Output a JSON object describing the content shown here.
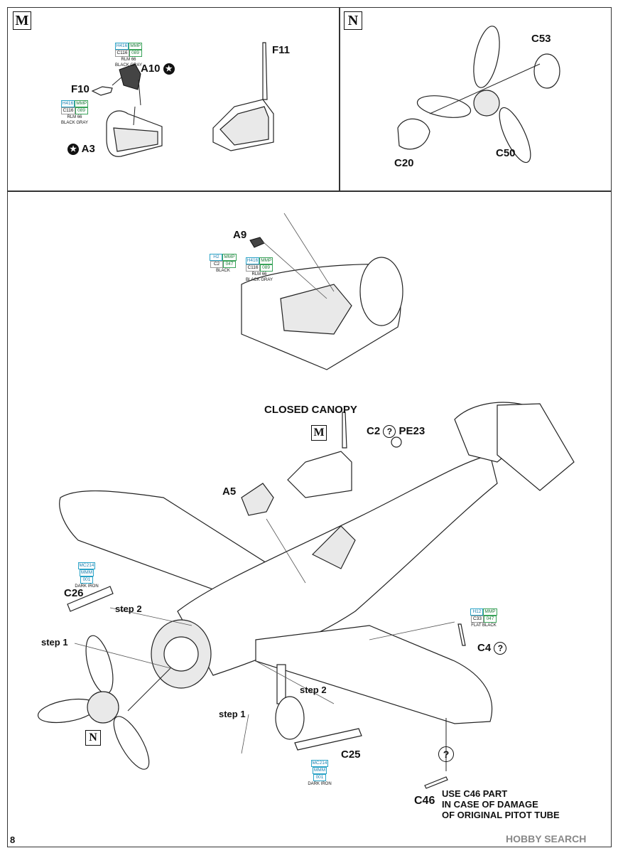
{
  "page_number": "8",
  "watermark": "HOBBY SEARCH",
  "panel_m": {
    "label": "M",
    "parts": {
      "f10": "F10",
      "a10": "A10",
      "a3": "A3",
      "f11": "F11"
    },
    "paint_a10": {
      "h": "H416",
      "mmp": "MMP",
      "c": "C116",
      "mmp_no": "089",
      "rlm": "RLM 66",
      "name": "BLACK GRAY"
    },
    "paint_a3": {
      "h": "H416",
      "mmp": "MMP",
      "c": "C116",
      "mmp_no": "089",
      "rlm": "RLM 66",
      "name": "BLACK GRAY"
    }
  },
  "panel_n": {
    "label": "N",
    "parts": {
      "c53": "C53",
      "c20": "C20",
      "c50": "C50"
    }
  },
  "cockpit": {
    "part": "A9",
    "paint_black": {
      "h": "H2",
      "mmp": "MMP",
      "c": "C2",
      "mmp_no": "047",
      "name": "BLACK"
    },
    "paint_gray": {
      "h": "H416",
      "mmp": "MMP",
      "c": "C116",
      "mmp_no": "089",
      "rlm": "RLM 66",
      "name": "BLACK GRAY"
    }
  },
  "main": {
    "title": "CLOSED CANOPY",
    "m_ref": "M",
    "n_ref": "N",
    "parts": {
      "c2": "C2",
      "pe23": "PE23",
      "a5": "A5",
      "c26": "C26",
      "c25": "C25",
      "c4": "C4",
      "c46": "C46"
    },
    "steps": {
      "step2_left": "step 2",
      "step1_left": "step 1",
      "step2_mid": "step 2",
      "step1_mid": "step 1"
    },
    "paint_c26": {
      "mc": "MC214",
      "mmm": "MMM",
      "no": "001",
      "name": "DARK IRON"
    },
    "paint_c25": {
      "mc": "MC214",
      "mmm": "MMM",
      "no": "001",
      "name": "DARK IRON"
    },
    "paint_c4": {
      "h": "H12",
      "mmp": "MMP",
      "c": "C33",
      "mmp_no": "047",
      "name": "FLAT BLACK"
    },
    "c46_note": [
      "USE C46 PART",
      "IN CASE OF DAMAGE",
      "OF ORIGINAL PITOT TUBE"
    ]
  }
}
